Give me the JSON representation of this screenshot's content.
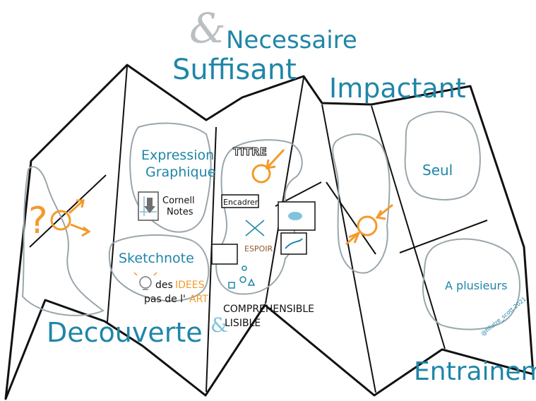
{
  "colors": {
    "teal": "#1f86a8",
    "orange": "#f39a2b",
    "gray": "#9aa6ac",
    "black": "#111111"
  },
  "top": {
    "ampersand": "&",
    "necessaire": "Necessaire",
    "suffisant": "Suffisant",
    "impactant": "Impactant"
  },
  "panel1": {
    "label": "Decouverte",
    "question_icon": "question-mark-icon",
    "arrows_icon": "orange-arrows-icon"
  },
  "panel2": {
    "expression_line1": "Expression",
    "expression_line2": "Graphique",
    "cornell_line1": "Cornell",
    "cornell_line2": "Notes",
    "sketchnote": "Sketchnote",
    "ideas_line1_a": "des",
    "ideas_line1_b": "IDEES",
    "ideas_line2_a": "pas de l'",
    "ideas_line2_b": "ART"
  },
  "panel3": {
    "titre": "TITRE",
    "encadrer": "Encadrer",
    "espoir": "ESPOIR",
    "amp": "&",
    "comprehensible": "COMPREHENSIBLE",
    "lisible": "LISIBLE"
  },
  "panel4": {
    "target_icon": "target-arrow-icon"
  },
  "panel5": {
    "seul": "Seul",
    "aplusieurs": "A plusieurs",
    "entrainement": "Entrainement",
    "signature": "@fillatre_scott 2021"
  }
}
